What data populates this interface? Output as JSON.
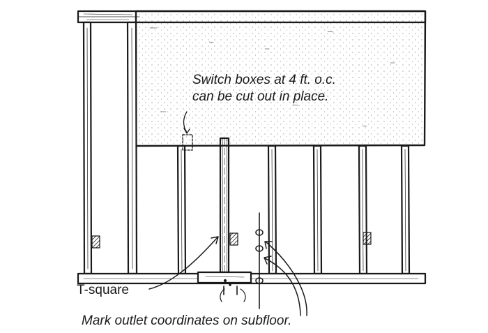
{
  "annotations": {
    "switch_boxes_line1": "Switch boxes at 4 ft. o.c.",
    "switch_boxes_line2": "can be cut out in place.",
    "t_square": "T-square",
    "mark_outlets": "Mark outlet coordinates on subfloor."
  },
  "colors": {
    "ink": "#1a1a1a",
    "paper": "#ffffff"
  }
}
